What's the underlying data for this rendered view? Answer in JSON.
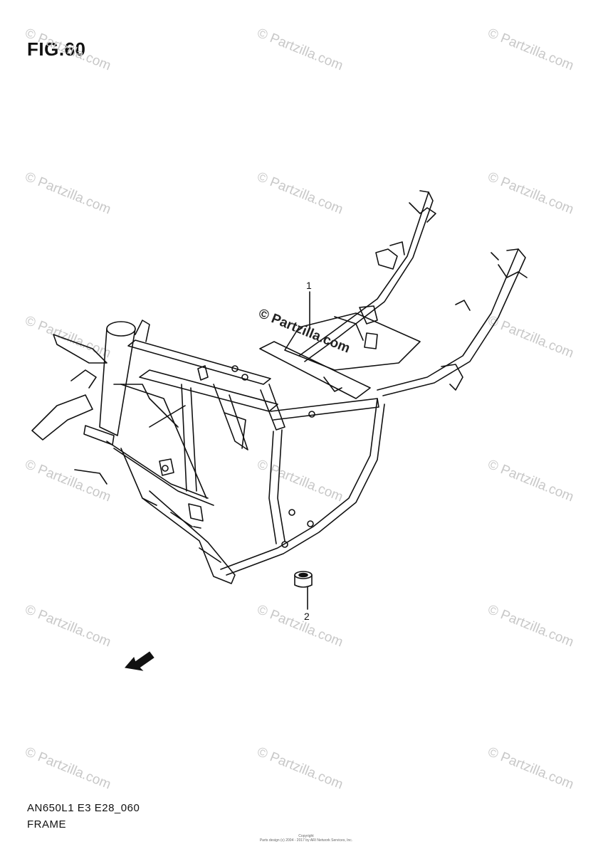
{
  "figure": {
    "title": "FIG.60"
  },
  "watermark": {
    "text": "© Partzilla.com"
  },
  "callouts": [
    {
      "number": "1"
    },
    {
      "number": "2"
    }
  ],
  "fwd_arrow": {
    "text": "FWD"
  },
  "footer": {
    "model_code": "AN650L1 E3 E28_060",
    "section_name": "FRAME",
    "copyright_line1": "Copyright",
    "copyright_line2": "Parts design (c) 2004 - 2017 by ARI Network Services, Inc."
  }
}
